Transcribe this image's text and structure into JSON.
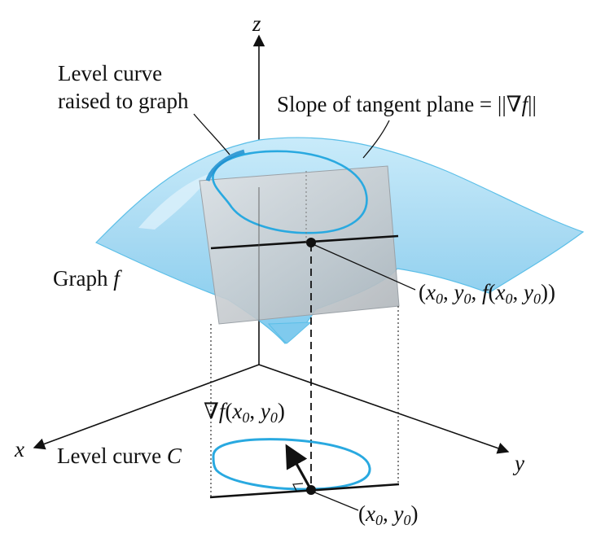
{
  "labels": {
    "z_axis": "z",
    "x_axis": "x",
    "y_axis": "y",
    "level_curve_raised_line1": "Level curve",
    "level_curve_raised_line2": "raised to graph",
    "slope_prefix": "Slope of tangent plane = ||",
    "slope_nabla": "∇",
    "slope_f": "f",
    "slope_suffix": "||",
    "graph_word": "Graph",
    "graph_f": "f",
    "point_3d": {
      "open": "(",
      "x": "x",
      "x_sub": "0",
      "comma1": ", ",
      "y": "y",
      "y_sub": "0",
      "comma2": ", ",
      "f": "f",
      "paren_open": "(",
      "x2": "x",
      "x2_sub": "0",
      "comma3": ", ",
      "y2": "y",
      "y2_sub": "0",
      "close": "))"
    },
    "gradient_label": {
      "nabla": "∇",
      "f": "f",
      "open": "(",
      "x": "x",
      "x_sub": "0",
      "comma": ", ",
      "y": "y",
      "y_sub": "0",
      "close": ")"
    },
    "level_curve_c_word": "Level curve",
    "level_curve_c_letter": "C",
    "point_2d": {
      "open": "(",
      "x": "x",
      "x_sub": "0",
      "comma": ", ",
      "y": "y",
      "y_sub": "0",
      "close": ")"
    }
  },
  "colors": {
    "surface_fill": "#a9dbf3",
    "surface_edge": "#5cbfe8",
    "level_curve": "#29a9e0",
    "plane_fill": "#c7cbcf",
    "axis": "#111111"
  }
}
